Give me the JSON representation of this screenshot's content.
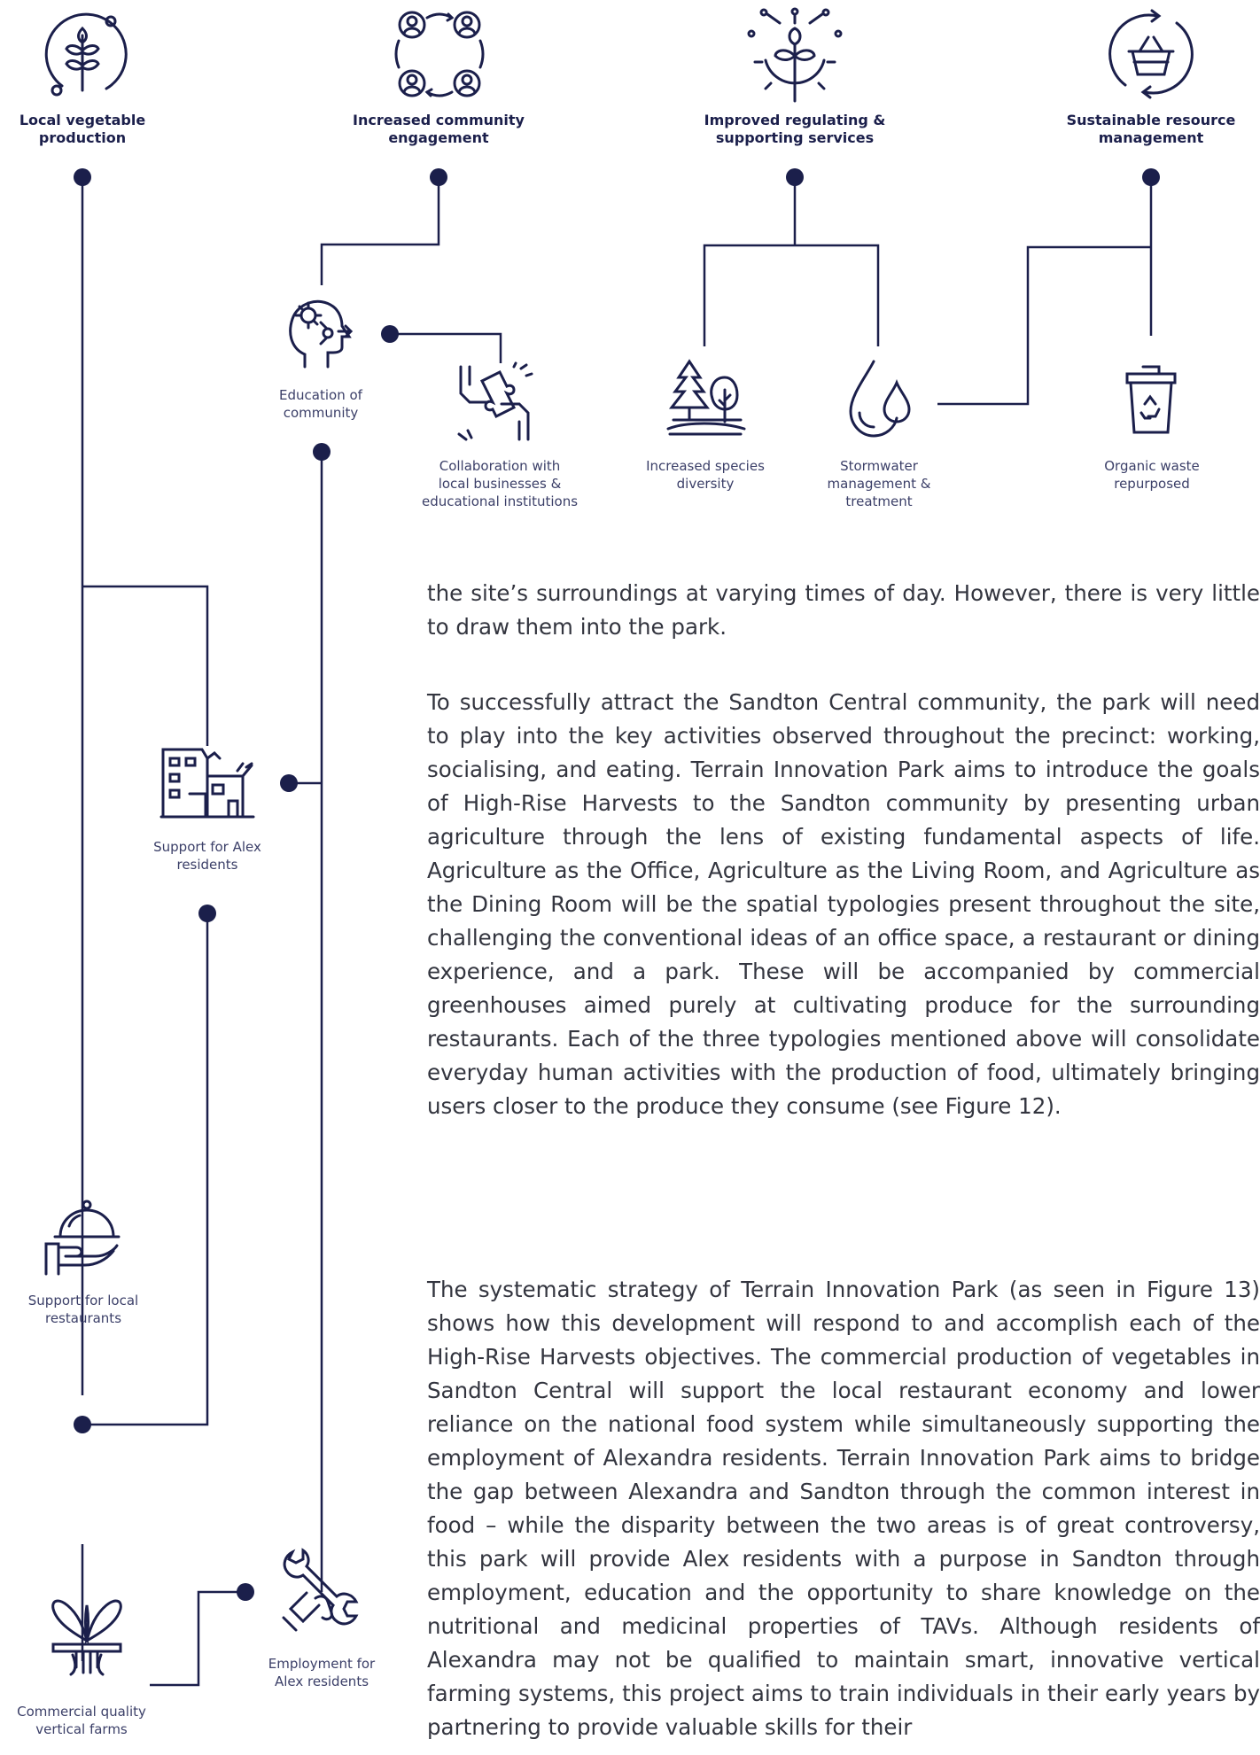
{
  "colors": {
    "navy": "#1b1f4b",
    "text": "#33353f",
    "caption": "#3b3f68"
  },
  "top_labels": {
    "local_vegetable_production": "Local vegetable\nproduction",
    "increased_community_engagement": "Increased community\nengagement",
    "improved_services": "Improved regulating &\nsupporting services",
    "sustainable_resource_management": "Sustainable resource\nmanagement"
  },
  "sub_labels": {
    "education": "Education of\ncommunity",
    "collaboration": "Collaboration with\nlocal businesses &\neducational institutions",
    "species": "Increased species\ndiversity",
    "stormwater": "Stormwater\nmanagement &\ntreatment",
    "organic_waste": "Organic waste\nrepurposed",
    "alex_support": "Support for Alex\nresidents",
    "restaurants": "Support for local\nrestaurants",
    "employment": "Employment for\nAlex residents",
    "vertical_farms": "Commercial quality\nvertical farms"
  },
  "icons": [
    "wheat-circle-icon",
    "community-people-icon",
    "ecosystem-gear-icon",
    "recycle-basket-icon",
    "head-gear-icon",
    "puzzle-handshake-icon",
    "trees-icon",
    "water-drops-icon",
    "recycle-bin-icon",
    "houses-icon",
    "cloche-hand-icon",
    "wrench-hand-icon",
    "hydroponic-plant-icon"
  ],
  "paragraphs": [
    "the site’s surroundings at varying times of day. However, there is very little to draw them into the park.",
    "To successfully attract the Sandton Central community, the park will need to play into the key activities observed throughout the precinct: working, socialising, and eating. Terrain Innovation Park aims to introduce the goals of High-Rise Harvests to the Sandton community by presenting urban agriculture through the lens of existing fundamental aspects of life. Agriculture as the Office, Agriculture as the Living Room, and Agriculture as the Dining Room will be the spatial typologies present throughout the site, challenging the conventional ideas of an office space, a restaurant or dining experience, and a park. These will be accompanied by commercial greenhouses aimed purely at cultivating produce for the surrounding restaurants. Each of the three typologies mentioned above will consolidate everyday human activities with the production of food, ultimately bringing users closer to the produce they consume (see Figure 12).",
    "The systematic strategy of Terrain Innovation Park (as seen in Figure 13) shows how this development will respond to and accomplish each of the High-Rise Harvests objectives. The commercial production of vegetables in Sandton Central will support the local restaurant economy and lower reliance on the national food system while simultaneously supporting the employment of Alexandra residents. Terrain Innovation Park aims to bridge the gap between Alexandra and Sandton through the common interest in food – while the disparity between the two areas is of great controversy, this park will provide Alex residents with a purpose in Sandton through employment, education and the opportunity to share knowledge on the nutritional and medicinal properties of TAVs. Although residents of Alexandra may not be qualified to maintain smart, innovative vertical farming systems, this project aims to train individuals in their early years by partnering to provide valuable skills for their"
  ]
}
